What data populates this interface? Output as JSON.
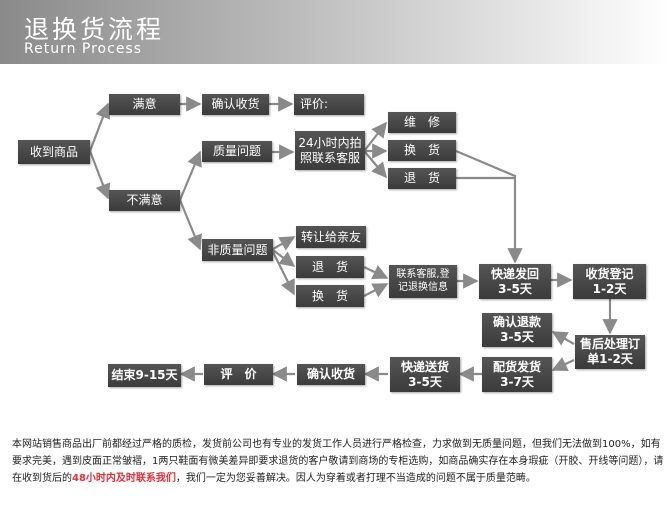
{
  "header": {
    "title": "退换货流程",
    "subtitle": "Return Process"
  },
  "nodes": {
    "received": "收到商品",
    "satisfied": "满意",
    "confirm_receipt_top": "确认收货",
    "rate_top": "评价:",
    "unsatisfied": "不满意",
    "quality_issue": "质量问题",
    "contact_cs_24h": "24小时内拍照联系客服",
    "repair": "维　修",
    "exchange_q": "换　货",
    "return_q": "退　货",
    "non_quality_issue": "非质量问题",
    "transfer": "转让给亲友",
    "return_nq": "退　货",
    "exchange_nq": "换　货",
    "cs_register": "联系客服,登记退换信息",
    "express_return": "快递发回\n3-5天",
    "receipt_register": "收货登记\n1-2天",
    "confirm_refund": "确认退款\n3-5天",
    "after_sales": "售后处理订单1-2天",
    "ship_delivery": "配货发货\n3-7天",
    "express_send": "快递送货\n3-5天",
    "confirm_receipt_bottom": "确认收货",
    "rate_bottom": "评　价",
    "end": "结束9-15天"
  },
  "footer": {
    "part1": "本网站销售商品出厂前都经过严格的质检，发货前公司也有专业的发货工作人员进行严格检查，力求做到无质量问题，但我们无法做到100%，如有要求完美，遇到皮面正常皱褶，1两只鞋面有微美差异即要求退货的客户敬请到商场的专柜选购，如商品确实存在本身瑕疵（开胶、开线等问题），请在收到货后的",
    "highlight": "48小时内及时联系我们",
    "part2": "，我们一定为您妥善解决。因人为穿着或者打理不当造成的问题不属于质量范畴。"
  }
}
